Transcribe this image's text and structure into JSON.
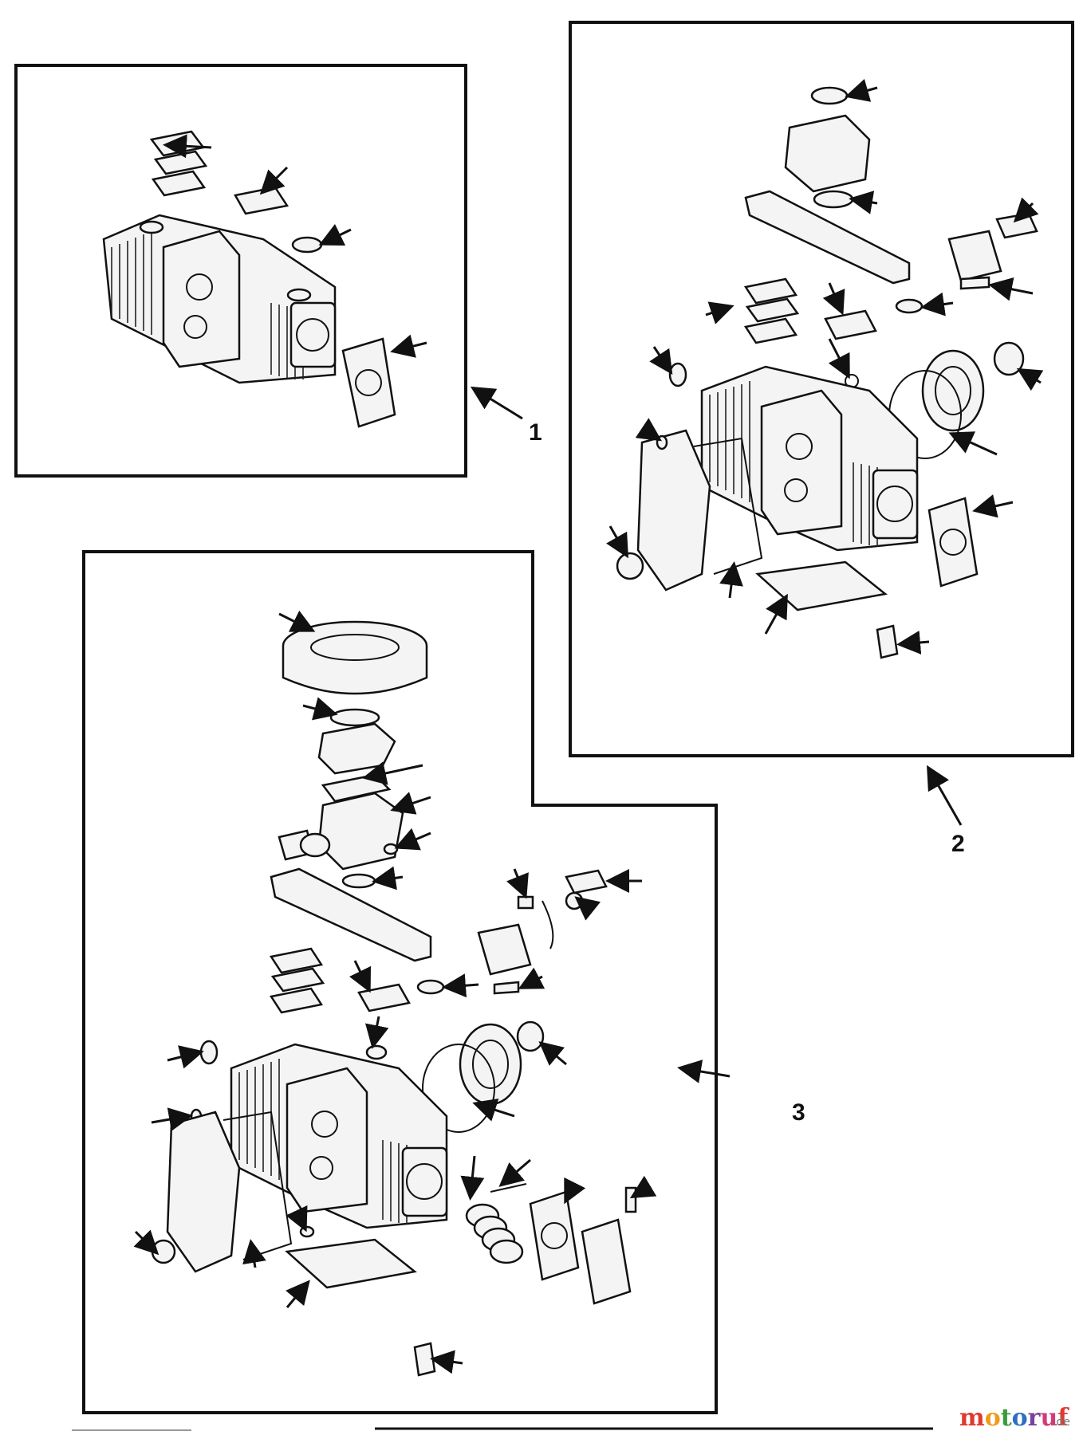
{
  "callouts": {
    "panel_1": "1",
    "panel_2": "2",
    "panel_3": "3"
  },
  "watermark": {
    "chars": [
      {
        "t": "m",
        "c": "#e03a2f"
      },
      {
        "t": "o",
        "c": "#f29a1d"
      },
      {
        "t": "t",
        "c": "#3c9a3c"
      },
      {
        "t": "o",
        "c": "#2f6fc0"
      },
      {
        "t": "r",
        "c": "#7a3fa0"
      },
      {
        "t": "u",
        "c": "#d13b7a"
      },
      {
        "t": "f",
        "c": "#e03a2f"
      }
    ],
    "suffix": ".de"
  },
  "colors": {
    "ink": "#111111",
    "paper": "#ffffff"
  }
}
